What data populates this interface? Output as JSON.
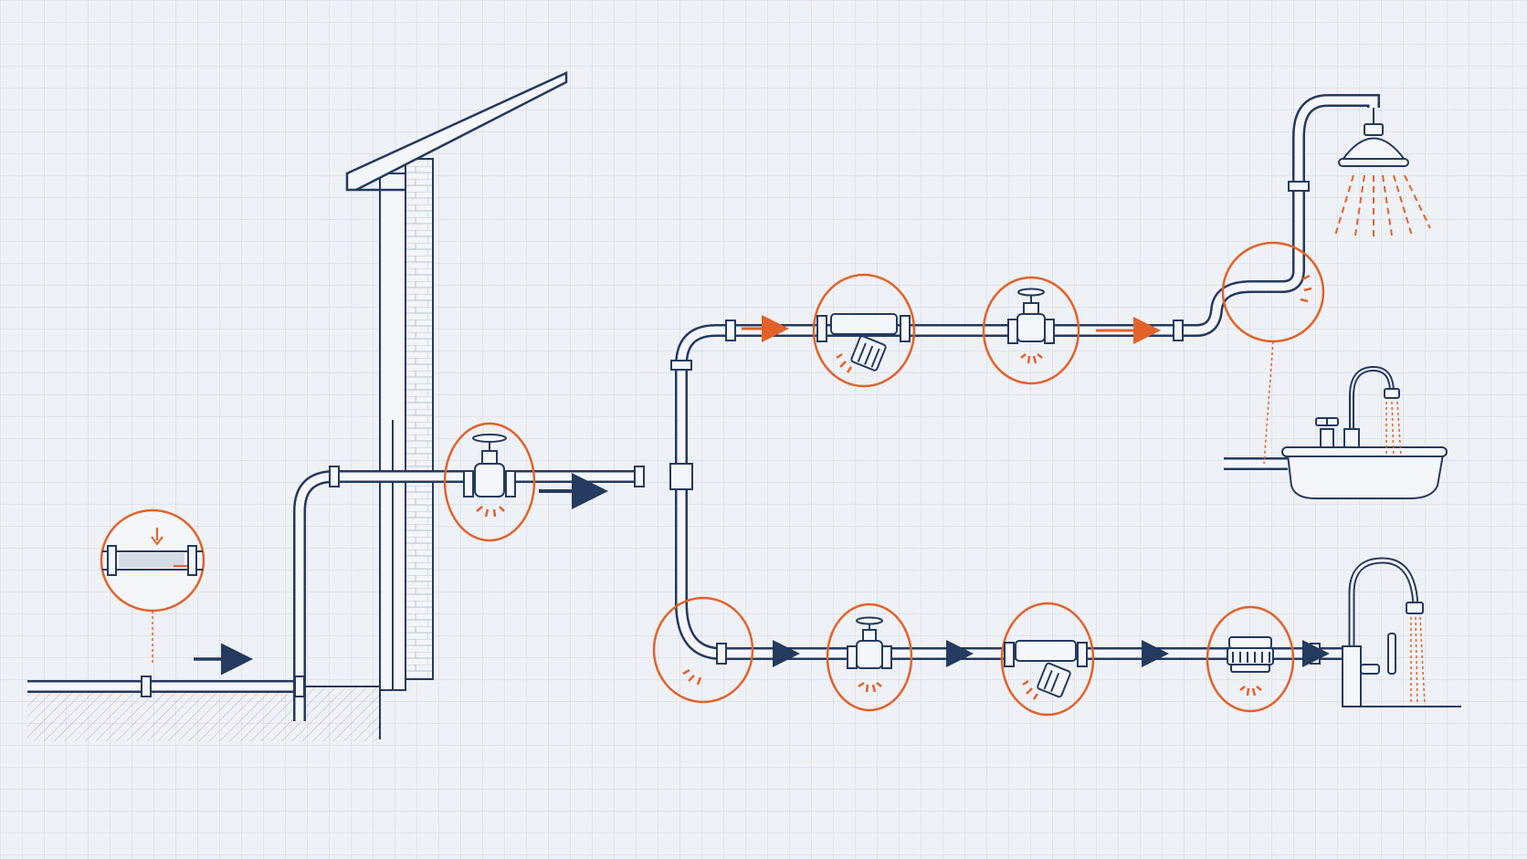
{
  "colors": {
    "background": "#eef1f5",
    "pipe_line": "#243a5e",
    "pipe_fill": "#f4f6f9",
    "highlight": "#e2622a",
    "flow_arrow": "#243a5e"
  },
  "components": [
    {
      "id": "buried-pipe-corrosion",
      "icon": "corroded-pipe-icon"
    },
    {
      "id": "main-shutoff-valve",
      "icon": "gate-valve-icon"
    },
    {
      "id": "upper-strainer",
      "icon": "y-strainer-icon"
    },
    {
      "id": "upper-valve",
      "icon": "gate-valve-icon"
    },
    {
      "id": "shower-elbow",
      "icon": "elbow-joint-icon"
    },
    {
      "id": "lower-elbow",
      "icon": "elbow-joint-icon"
    },
    {
      "id": "lower-valve",
      "icon": "gate-valve-icon"
    },
    {
      "id": "lower-strainer",
      "icon": "y-strainer-icon"
    },
    {
      "id": "aerator",
      "icon": "aerator-icon"
    }
  ],
  "fixtures": [
    {
      "id": "shower",
      "icon": "shower-head-icon"
    },
    {
      "id": "sink",
      "icon": "sink-icon"
    },
    {
      "id": "kitchen-faucet",
      "icon": "faucet-icon"
    }
  ]
}
